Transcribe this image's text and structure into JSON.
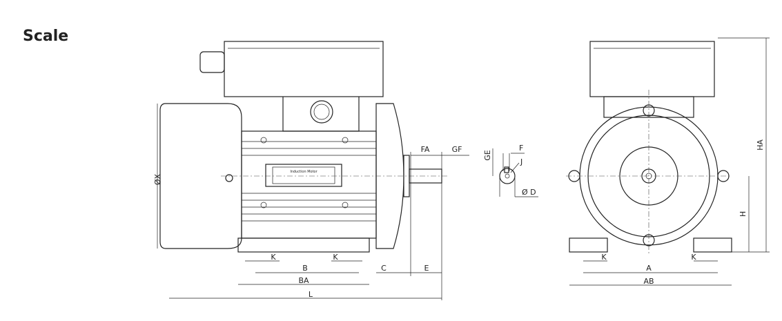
{
  "title": "Scale",
  "side_view": {
    "labels": {
      "diameter_x": "ØX",
      "k_left": "K",
      "k_right": "K",
      "b": "B",
      "ba": "BA",
      "l": "L",
      "c": "C",
      "e": "E",
      "fa": "FA",
      "gf": "GF"
    }
  },
  "shaft_detail": {
    "labels": {
      "ge": "GE",
      "f": "F",
      "j": "J",
      "diameter_d": "Ø D"
    }
  },
  "front_view": {
    "labels": {
      "k_left": "K",
      "k_right": "K",
      "a": "A",
      "ab": "AB",
      "h": "H",
      "ha": "HA"
    }
  },
  "nameplate_text": "Induction Motor"
}
